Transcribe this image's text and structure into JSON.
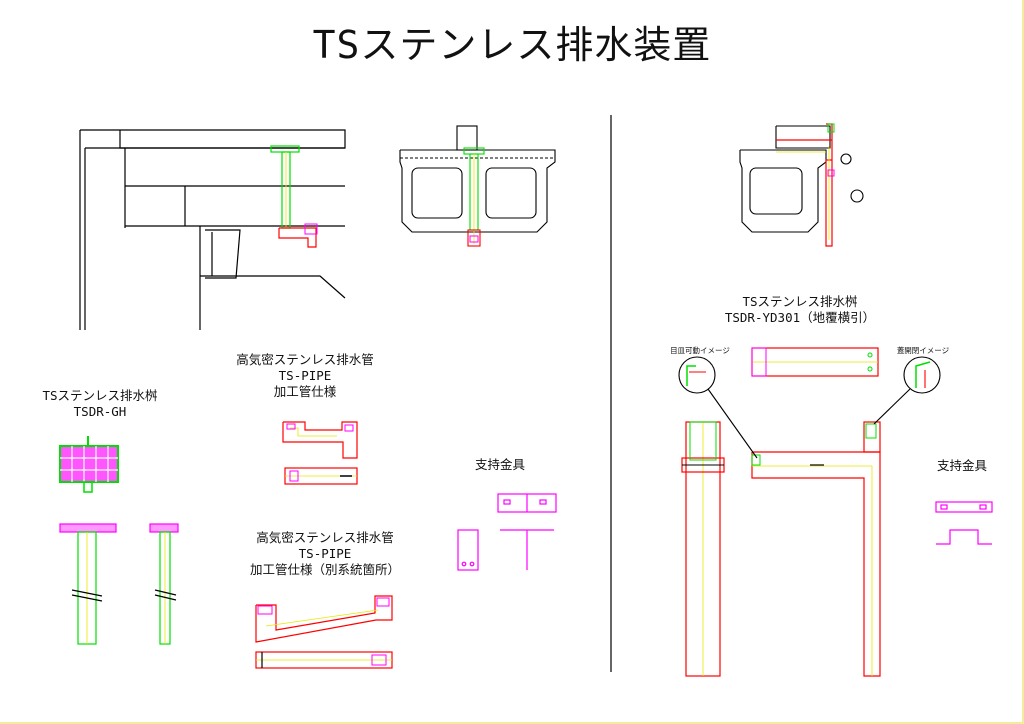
{
  "title": "TSステンレス排水装置",
  "colors": {
    "line": "#000000",
    "red": "#ff0000",
    "green": "#00e000",
    "magenta": "#ff00ff",
    "yellow": "#e8e800",
    "border": "#f3ec9a"
  },
  "left_panel": {
    "basin_gh": {
      "name": "TSステンレス排水桝",
      "model": "TSDR-GH"
    },
    "pipe_spec": {
      "line1": "高気密ステンレス排水管",
      "line2": "TS-PIPE",
      "line3": "加工管仕様"
    },
    "pipe_spec_alt": {
      "line1": "高気密ステンレス排水管",
      "line2": "TS-PIPE",
      "line3": "加工管仕様（別系統箇所）"
    },
    "bracket": {
      "name": "支持金具"
    }
  },
  "right_panel": {
    "basin_yd": {
      "name": "TSステンレス排水桝",
      "model": "TSDR-YD301（地覆横引）"
    },
    "callout_movable": "目皿可動イメージ",
    "callout_lid": "蓋開閉イメージ",
    "bracket": {
      "name": "支持金具"
    }
  }
}
